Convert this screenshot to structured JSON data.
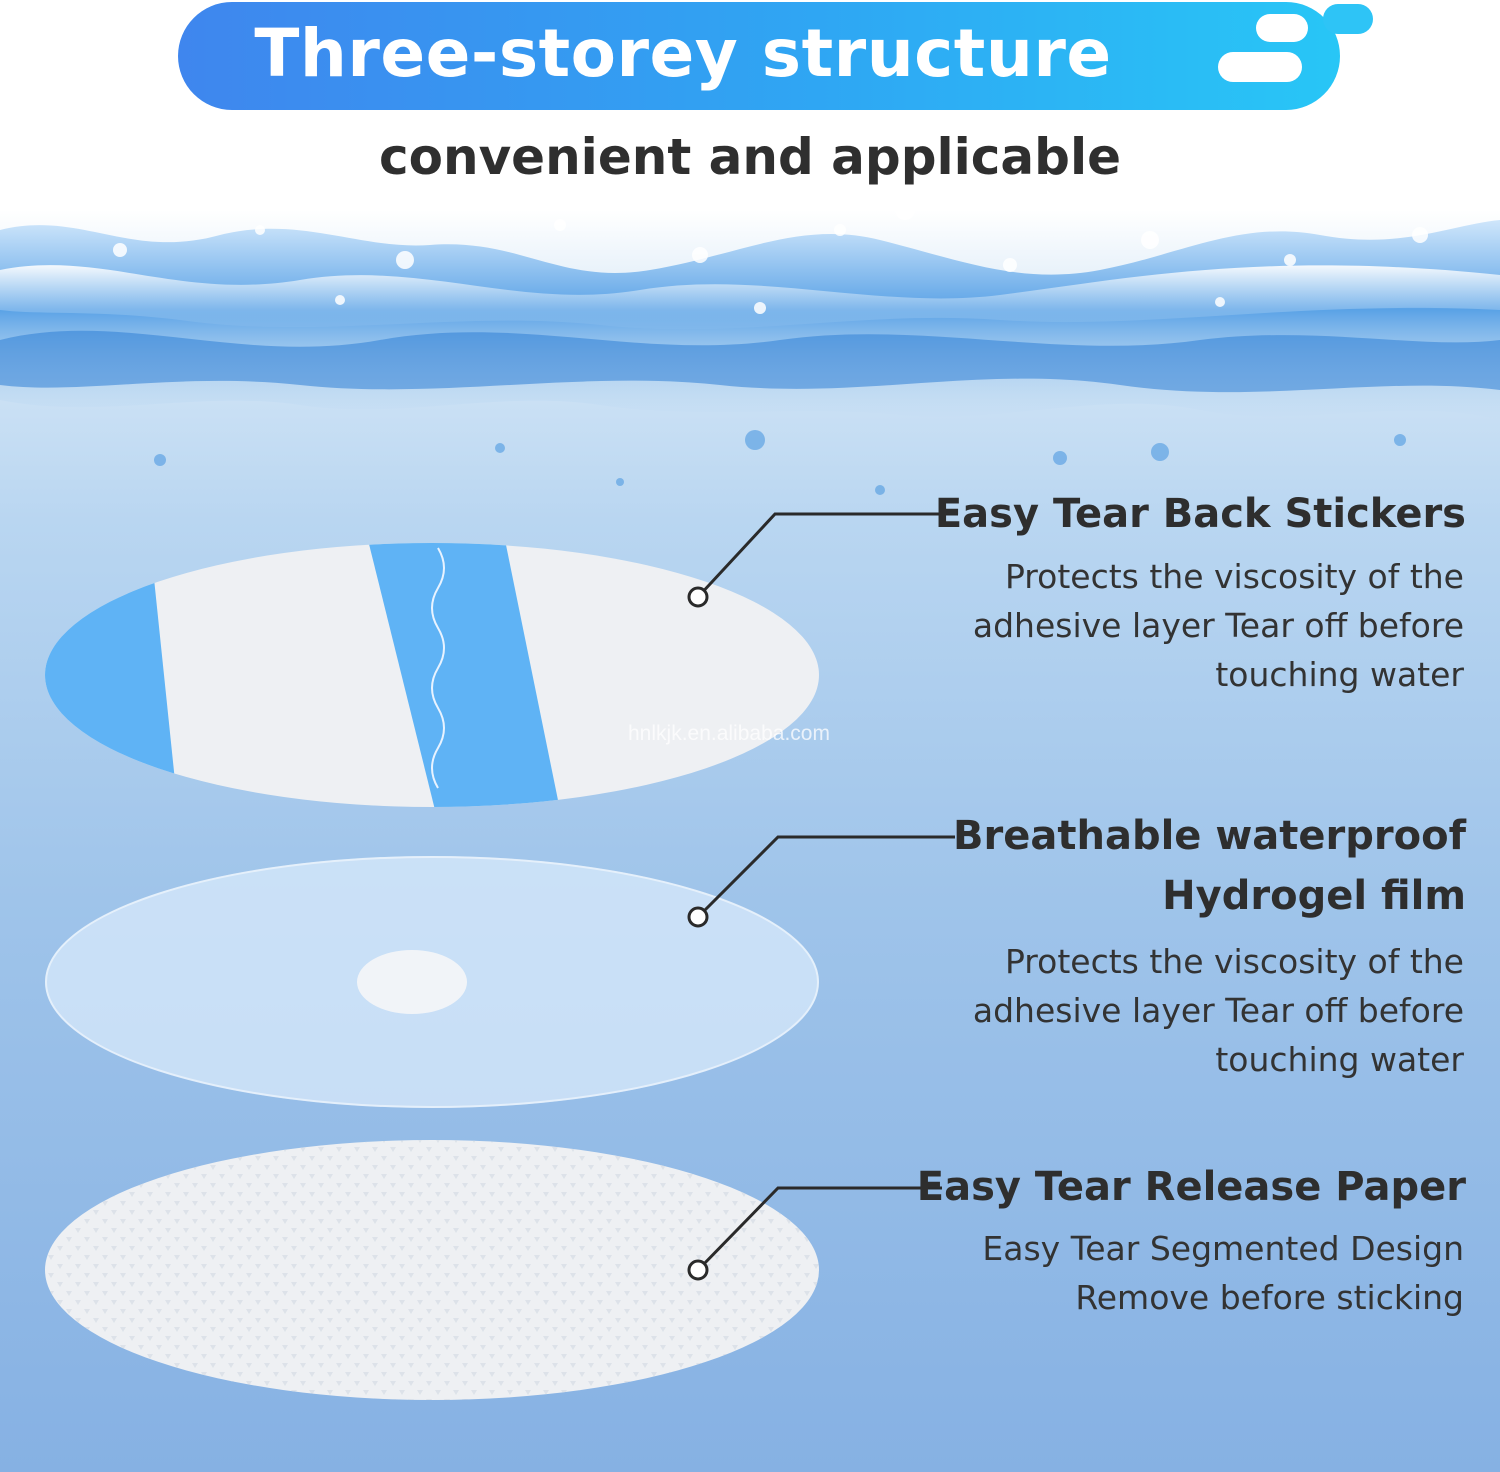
{
  "header": {
    "title": "Three-storey structure",
    "subtitle": "convenient and applicable",
    "banner_colors": [
      "#3f86ee",
      "#28c6f6"
    ]
  },
  "watermark": "hnlkjk.en.alibaba.com",
  "layers": [
    {
      "heading": "Easy Tear Back Stickers",
      "description": "Protects the viscosity of the adhesive layer Tear off before touching water",
      "icon": "blue-striped-oval-sticker"
    },
    {
      "heading": "Breathable waterproof\nHydrogel film",
      "description": "Protects the viscosity of the adhesive layer Tear off before touching water",
      "icon": "translucent-oval-film"
    },
    {
      "heading": "Easy Tear Release Paper",
      "description": "Easy Tear Segmented Design Remove before sticking",
      "icon": "textured-oval-paper"
    }
  ],
  "colors": {
    "accent_blue": "#3d8cf0",
    "sticker_blue": "#5fb3f5",
    "text_dark": "#2e2e2e"
  }
}
